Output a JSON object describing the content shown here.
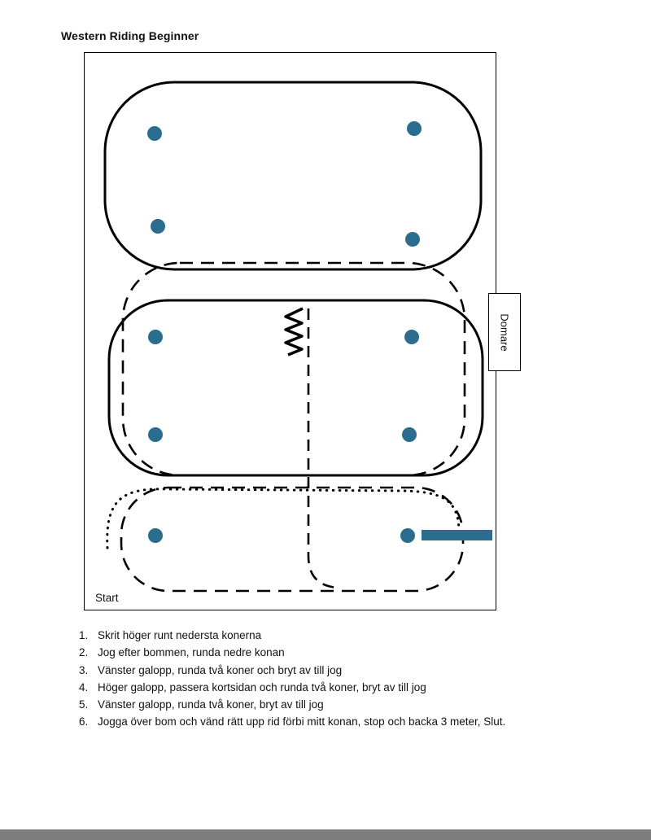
{
  "document": {
    "title": "Western Riding Beginner"
  },
  "diagram": {
    "judge_label": "Domare",
    "start_label": "Start",
    "cone_color": "#2A6D8E",
    "pole_color": "#2A6D8E",
    "line_color": "#000000",
    "cone_count": 10
  },
  "instructions": [
    {
      "number": "1.",
      "text": "Skrit höger runt nedersta konerna"
    },
    {
      "number": "2.",
      "text": "Jog efter bommen, runda nedre konan"
    },
    {
      "number": "3.",
      "text": "Vänster galopp, runda två koner och bryt av till jog"
    },
    {
      "number": "4.",
      "text": "Höger galopp, passera kortsidan och runda två koner, bryt av till jog"
    },
    {
      "number": "5.",
      "text": "Vänster galopp, runda två koner, bryt av till jog"
    },
    {
      "number": "6.",
      "text": "Jogga över bom och vänd rätt upp rid förbi mitt konan, stop och backa 3 meter, Slut."
    }
  ]
}
